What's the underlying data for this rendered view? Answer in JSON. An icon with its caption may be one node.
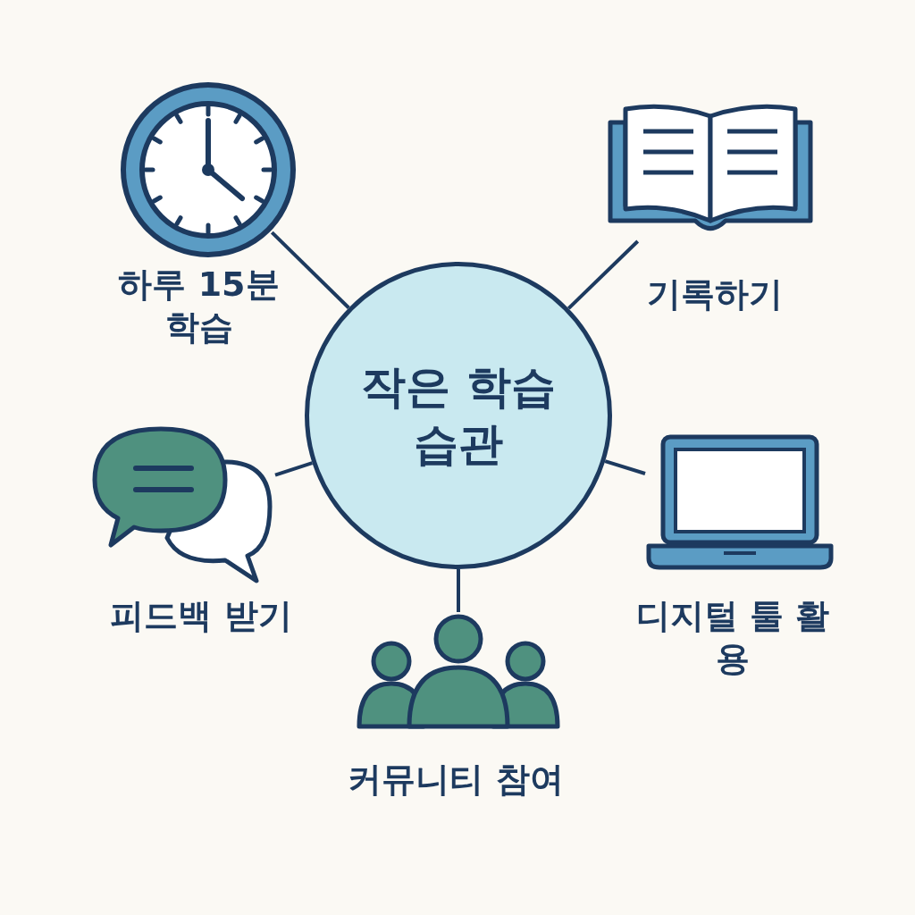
{
  "diagram": {
    "nodes": [
      {
        "text": [
          "작은 학습습관"
        ]
      },
      {
        "text": [],
        "shape": "picture",
        "beside": [
          "하루 15분 학습"
        ]
      },
      {
        "text": [],
        "shape": "picture",
        "beside": [
          "기록하기"
        ]
      },
      {
        "text": [],
        "shape": "picture",
        "beside": [
          "피드백 받기"
        ]
      },
      {
        "text": [],
        "shape": "picture",
        "beside": [
          "디지털 툴 활용"
        ]
      },
      {
        "text": [],
        "shape": "picture",
        "beside": [
          "커뮤니티 참여"
        ]
      }
    ],
    "edges": [
      {
        "from": 0,
        "to": 1,
        "arrow": "none"
      },
      {
        "from": 0,
        "to": 2,
        "arrow": "none"
      },
      {
        "from": 0,
        "to": 3,
        "arrow": "none"
      },
      {
        "from": 0,
        "to": 4,
        "arrow": "none"
      },
      {
        "from": 0,
        "to": 5,
        "arrow": "none"
      }
    ]
  }
}
